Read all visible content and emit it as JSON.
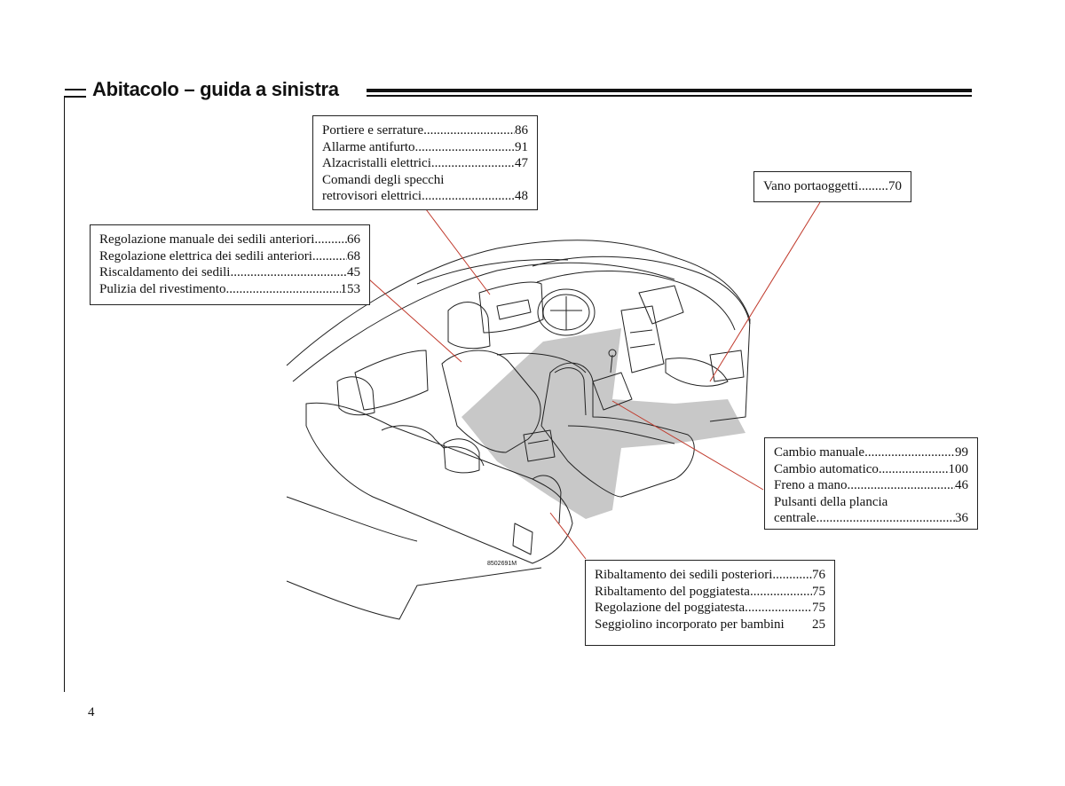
{
  "header": {
    "title": "Abitacolo – guida a sinistra"
  },
  "page_number": "4",
  "image_code": "8502691M",
  "callouts": {
    "doors": {
      "items": [
        {
          "label": "Portiere e serrature",
          "page": "86"
        },
        {
          "label": "Allarme antifurto",
          "page": "91"
        },
        {
          "label": "Alzacristalli elettrici",
          "page": "47"
        },
        {
          "label": "Comandi degli specchi",
          "page": ""
        },
        {
          "label": "retrovisori elettrici",
          "page": "48"
        }
      ]
    },
    "glovebox": {
      "items": [
        {
          "label": "Vano portaoggetti",
          "page": "70"
        }
      ]
    },
    "front_seats": {
      "items": [
        {
          "label": "Regolazione manuale dei sedili anteriori",
          "page": "66"
        },
        {
          "label": "Regolazione elettrica dei sedili anteriori",
          "page": "68"
        },
        {
          "label": "Riscaldamento dei sedili",
          "page": "45"
        },
        {
          "label": "Pulizia del rivestimento",
          "page": "153"
        }
      ]
    },
    "console": {
      "items": [
        {
          "label": "Cambio manuale",
          "page": "99"
        },
        {
          "label": "Cambio automatico",
          "page": "100"
        },
        {
          "label": "Freno a mano",
          "page": "46"
        },
        {
          "label": "Pulsanti della plancia",
          "page": ""
        },
        {
          "label": "centrale",
          "page": "36"
        }
      ]
    },
    "rear_seats": {
      "items": [
        {
          "label": "Ribaltamento dei sedili posteriori",
          "page": "76"
        },
        {
          "label": "Ribaltamento del poggiatesta",
          "page": "75"
        },
        {
          "label": "Regolazione del poggiatesta",
          "page": "75"
        },
        {
          "label": "Seggiolino incorporato per bambini",
          "page": "25"
        }
      ]
    }
  },
  "colors": {
    "leader_line": "#c0392b",
    "floor_shade": "#c8c8c8",
    "ink": "#111111"
  }
}
